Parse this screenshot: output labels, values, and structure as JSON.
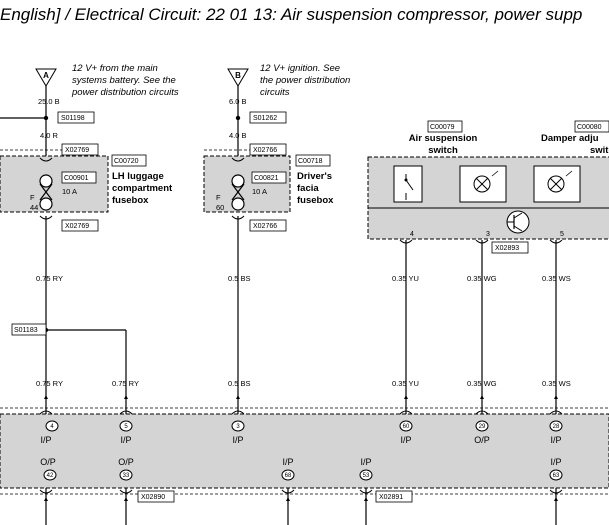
{
  "header": {
    "title": "English] / Electrical Circuit: 22 01 13: Air suspension compressor, power supp"
  },
  "supplies": [
    {
      "letter": "A",
      "note1": "12 V+ from the main",
      "note2": "systems battery. See the",
      "note3": "power distribution circuits",
      "wire": "25.0 B"
    },
    {
      "letter": "B",
      "note1": "12 V+ ignition. See",
      "note2": "the power distribution",
      "note3": "circuits",
      "wire": "6.0 B"
    }
  ],
  "splices": {
    "s1": "S01198",
    "s2": "S01262",
    "s3": "S01183"
  },
  "wire_sizes": {
    "a_feed": "4.0 R",
    "b_feed": "4.0 B",
    "a_mid": "0.75 RY",
    "b_mid": "0.5 BS",
    "yu_top": "0.35 YU",
    "wg_top": "0.35 WG",
    "ws_top": "0.35 WS",
    "a_low": "0.75 RY",
    "a2_low": "0.75 RY",
    "b_low": "0.5 BS",
    "yu_low": "0.35 YU",
    "wg_low": "0.35 WG",
    "ws_low": "0.35 WS"
  },
  "connectors": {
    "x1": "X02769",
    "x2": "X02769",
    "x3": "X02766",
    "x4": "X02766",
    "x5": "X02893",
    "x6": "X02890",
    "x7": "X02891"
  },
  "fusebox_lh": {
    "code": "C00720",
    "fuse": "C00901",
    "amps": "10 A",
    "fuse_letter": "F",
    "fuse_no": "44",
    "name1": "LH luggage",
    "name2": "compartment",
    "name3": "fusebox"
  },
  "fusebox_drv": {
    "code": "C00718",
    "fuse": "C00821",
    "amps": "10 A",
    "fuse_letter": "F",
    "fuse_no": "60",
    "name1": "Driver's",
    "name2": "facia",
    "name3": "fusebox"
  },
  "switch_air": {
    "code": "C00079",
    "name1": "Air suspension",
    "name2": "switch",
    "pins": [
      "4",
      "3",
      "5"
    ]
  },
  "switch_damper": {
    "code": "C00080",
    "name1": "Damper adju",
    "name2": "switch"
  },
  "module_top_pins": [
    {
      "pin": "4",
      "dir": "I/P"
    },
    {
      "pin": "5",
      "dir": "I/P"
    },
    {
      "pin": "3",
      "dir": "I/P"
    },
    {
      "pin": "60",
      "dir": "I/P"
    },
    {
      "pin": "29",
      "dir": "O/P"
    },
    {
      "pin": "28",
      "dir": "I/P"
    }
  ],
  "module_bottom_pins": [
    {
      "pin": "42",
      "dir": "O/P"
    },
    {
      "pin": "33",
      "dir": "O/P"
    },
    {
      "pin": "68",
      "dir": "I/P"
    },
    {
      "pin": "53",
      "dir": "I/P"
    },
    {
      "pin": "63",
      "dir": "I/P"
    }
  ],
  "colors": {
    "box_fill": "#d4d4d4",
    "line": "#000000",
    "background": "#ffffff"
  }
}
